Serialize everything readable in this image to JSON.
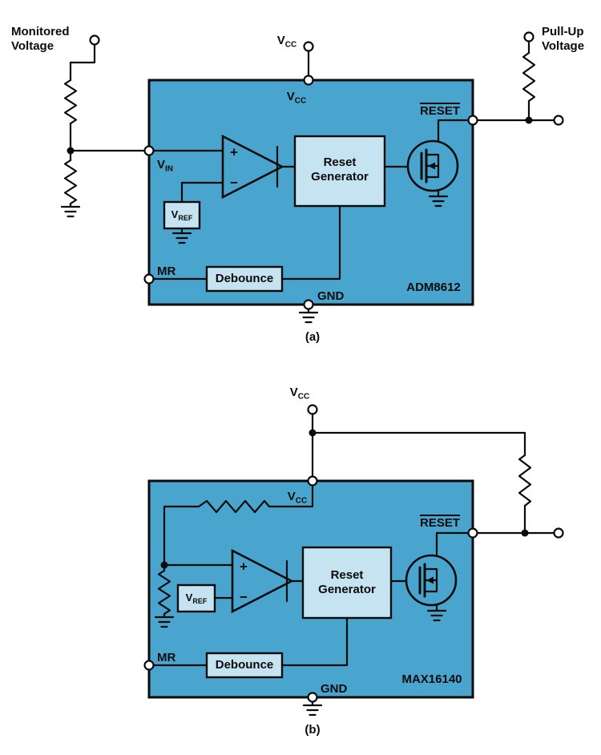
{
  "colors": {
    "box_fill": "#4AA5CE",
    "inner_fill": "#C5E3F1",
    "line": "#0B0B0B",
    "background": "#FFFFFF"
  },
  "diagram_a": {
    "caption": "(a)",
    "chip_name": "ADM8612",
    "monitored_voltage_line1": "Monitored",
    "monitored_voltage_line2": "Voltage",
    "pull_up_line1": "Pull-Up",
    "pull_up_line2": "Voltage",
    "vcc_base": "V",
    "vcc_sub": "CC",
    "vin_base": "V",
    "vin_sub": "IN",
    "vref_base": "V",
    "vref_sub": "REF",
    "reset": "RESET",
    "reset_gen_line1": "Reset",
    "reset_gen_line2": "Generator",
    "debounce": "Debounce",
    "mr": "MR",
    "gnd": "GND",
    "plus": "+",
    "minus": "−"
  },
  "diagram_b": {
    "caption": "(b)",
    "chip_name": "MAX16140",
    "vcc_base": "V",
    "vcc_sub": "CC",
    "vref_base": "V",
    "vref_sub": "REF",
    "reset": "RESET",
    "reset_gen_line1": "Reset",
    "reset_gen_line2": "Generator",
    "debounce": "Debounce",
    "mr": "MR",
    "gnd": "GND",
    "plus": "+",
    "minus": "−"
  }
}
